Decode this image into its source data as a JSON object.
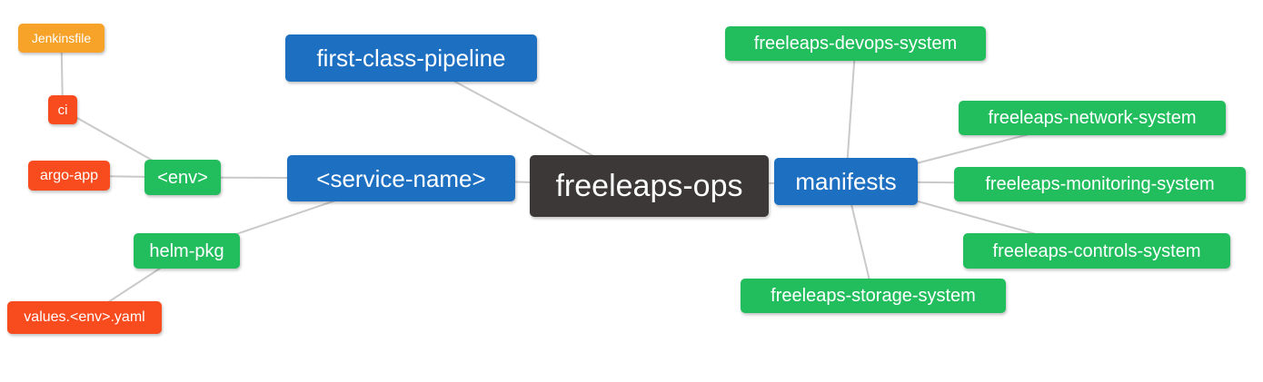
{
  "colors": {
    "blue": "#1d6fc2",
    "green": "#22be5e",
    "red": "#f84c1e",
    "orange": "#f7a228",
    "dark": "#3c3838",
    "edge": "#c9c9c9",
    "text": "#ffffff",
    "background": "#ffffff"
  },
  "mindmap": {
    "root_label": "freeleaps-ops",
    "nodes": [
      {
        "id": "jenkinsfile",
        "label": "Jenkinsfile",
        "color": "orange"
      },
      {
        "id": "ci",
        "label": "ci",
        "color": "red"
      },
      {
        "id": "argo-app",
        "label": "argo-app",
        "color": "red"
      },
      {
        "id": "env",
        "label": "<env>",
        "color": "green"
      },
      {
        "id": "helm-pkg",
        "label": "helm-pkg",
        "color": "green"
      },
      {
        "id": "values-env-yaml",
        "label": "values.<env>.yaml",
        "color": "red"
      },
      {
        "id": "first-class-pipeline",
        "label": "first-class-pipeline",
        "color": "blue"
      },
      {
        "id": "service-name",
        "label": "<service-name>",
        "color": "blue"
      },
      {
        "id": "freeleaps-ops",
        "label": "freeleaps-ops",
        "color": "dark"
      },
      {
        "id": "manifests",
        "label": "manifests",
        "color": "blue"
      },
      {
        "id": "freeleaps-devops-system",
        "label": "freeleaps-devops-system",
        "color": "green"
      },
      {
        "id": "freeleaps-network-system",
        "label": "freeleaps-network-system",
        "color": "green"
      },
      {
        "id": "freeleaps-monitoring-system",
        "label": "freeleaps-monitoring-system",
        "color": "green"
      },
      {
        "id": "freeleaps-controls-system",
        "label": "freeleaps-controls-system",
        "color": "green"
      },
      {
        "id": "freeleaps-storage-system",
        "label": "freeleaps-storage-system",
        "color": "green"
      }
    ],
    "edges": [
      [
        "jenkinsfile",
        "ci"
      ],
      [
        "ci",
        "env"
      ],
      [
        "argo-app",
        "env"
      ],
      [
        "env",
        "service-name"
      ],
      [
        "helm-pkg",
        "service-name"
      ],
      [
        "values-env-yaml",
        "helm-pkg"
      ],
      [
        "first-class-pipeline",
        "freeleaps-ops"
      ],
      [
        "service-name",
        "freeleaps-ops"
      ],
      [
        "freeleaps-ops",
        "manifests"
      ],
      [
        "manifests",
        "freeleaps-devops-system"
      ],
      [
        "manifests",
        "freeleaps-network-system"
      ],
      [
        "manifests",
        "freeleaps-monitoring-system"
      ],
      [
        "manifests",
        "freeleaps-controls-system"
      ],
      [
        "manifests",
        "freeleaps-storage-system"
      ]
    ]
  }
}
